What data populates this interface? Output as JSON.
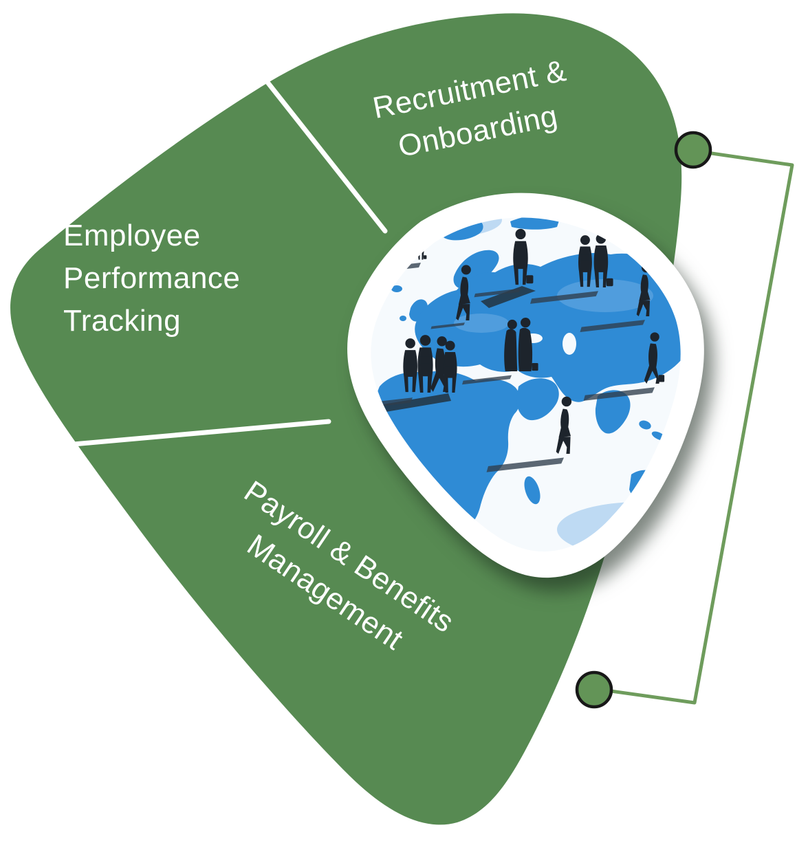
{
  "labels": {
    "recruitment_onboarding": "Recruitment &\nOnboarding",
    "employee_performance_tracking": "Employee\nPerformance\nTracking",
    "payroll_benefits_management": "Payroll & Benefits\nManagement"
  },
  "colors": {
    "page-bg": "#ffffff",
    "blob-green": "#578a52",
    "connector-green": "#6e9c5c",
    "node-fill": "#639457",
    "node-stroke": "#181818",
    "divider-white": "#ffffff",
    "label-text": "#ffffff",
    "pick-white": "#ffffff",
    "pick-shadow-rgba": "rgba(24,38,27,0.55)",
    "map-blue": "#2f8bd5",
    "map-blue-light": "#79b4e6",
    "map-sea": "#f6fafd",
    "silhouette": "#1d242c",
    "map-shadow": "#2f3e4b"
  },
  "center_image": {
    "description": "World map with silhouettes of business people standing and walking across the continents, casting long shadows",
    "shape": "rounded-triangle card"
  },
  "connector": {
    "node_count": 2
  }
}
